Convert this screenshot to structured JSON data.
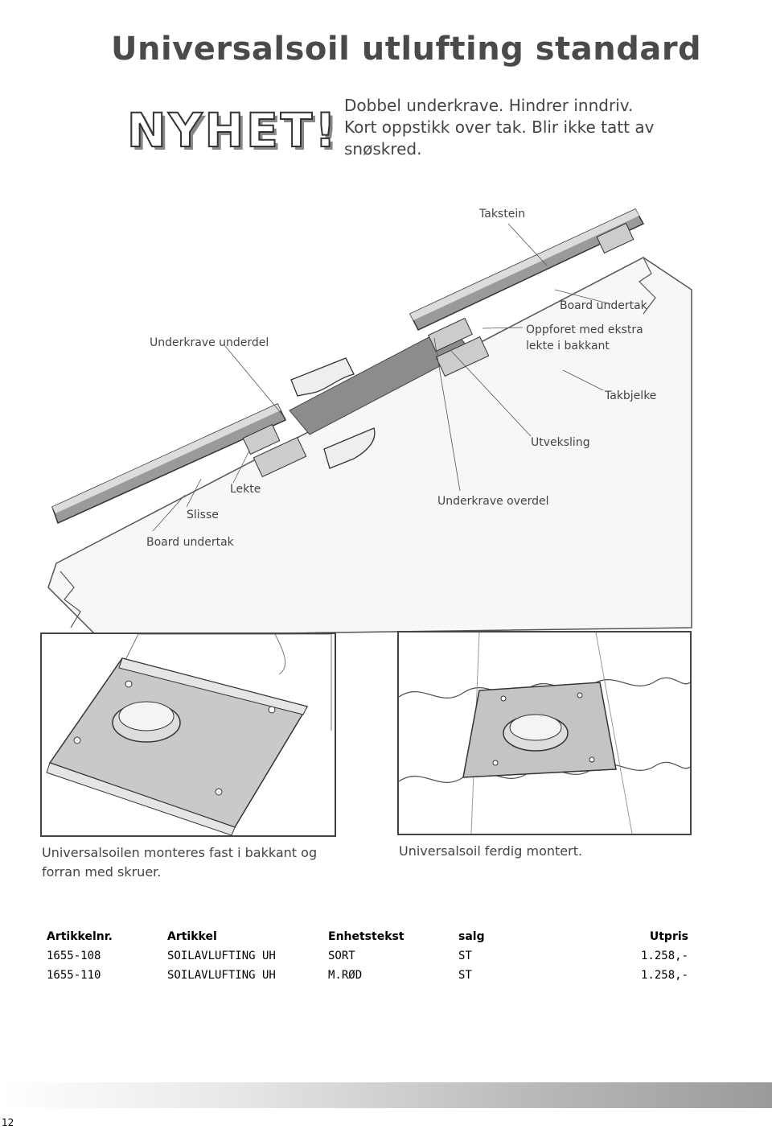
{
  "title": "Universalsoil utlufting standard",
  "badge": "NYHET!",
  "intro": [
    "Dobbel underkrave. Hindrer inndriv.",
    "Kort oppstikk over tak. Blir ikke tatt av",
    "snøskred."
  ],
  "diagram_labels": {
    "takstein": "Takstein",
    "board_undertak_top": "Board undertak",
    "oppforet": "Oppforet med ekstra",
    "oppforet2": "lekte i bakkant",
    "underkrave_underdel": "Underkrave underdel",
    "takbjelke": "Takbjelke",
    "utveksling": "Utveksling",
    "lekte": "Lekte",
    "slisse": "Slisse",
    "board_undertak_bottom": "Board undertak",
    "underkrave_overdel": "Underkrave overdel"
  },
  "captions": {
    "left_1": "Universalsoilen monteres fast i bakkant  og",
    "left_2": "forran med skruer.",
    "right": "Universalsoil ferdig montert."
  },
  "table": {
    "headers": [
      "Artikkelnr.",
      "Artikkel",
      "Enhetstekst",
      "salg",
      "Utpris"
    ],
    "rows": [
      [
        "1655-108",
        "SOILAVLUFTING UH",
        "SORT",
        "ST",
        "1.258,-"
      ],
      [
        "1655-110",
        "SOILAVLUFTING UH",
        "M.RØD",
        "ST",
        "1.258,-"
      ]
    ]
  },
  "page_number": "12"
}
